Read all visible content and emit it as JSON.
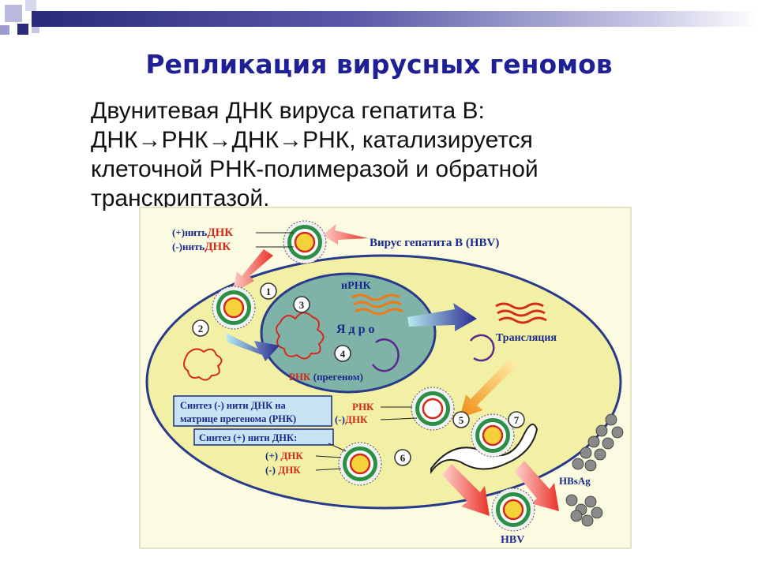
{
  "slide": {
    "title": "Репликация вирусных геномов",
    "body_lines": [
      "Двунитевая ДНК вируса гепатита В:",
      "ДНК→РНК→ДНК→РНК, катализируется",
      "клеточной РНК-полимеразой и обратной",
      "транскриптазой."
    ]
  },
  "diagram": {
    "plus_strand_prefix": "(+)нить",
    "minus_strand_prefix": "(-)нить",
    "dna": "ДНК",
    "rna": "РНК",
    "virus_label": "Вирус гепатита В (HBV)",
    "mrna_label": "иРНК",
    "nucleus_label": "Я д р о",
    "translation_label": "Трансляция",
    "pregenome_label": "(прегеном)",
    "synth_minus_line1": "Синтез (-) нити ДНК на",
    "synth_minus_line2": "матрице прегенома (РНК)",
    "synth_plus": "Синтез (+) нити ДНК:",
    "plus_sign": "(+)",
    "minus_sign": "(-)",
    "hbsag_label": "HBsAg",
    "hbv_label": "HBV",
    "steps": [
      "1",
      "2",
      "3",
      "4",
      "5",
      "6",
      "7"
    ]
  },
  "colors": {
    "title": "#1f1f96",
    "cell_fill": "#f2f0a4",
    "nucleus_fill": "#7fb3a8",
    "dna_red": "#d42a1e",
    "label_blue": "#1a2a8a",
    "box_fill": "#c6e4f2"
  }
}
